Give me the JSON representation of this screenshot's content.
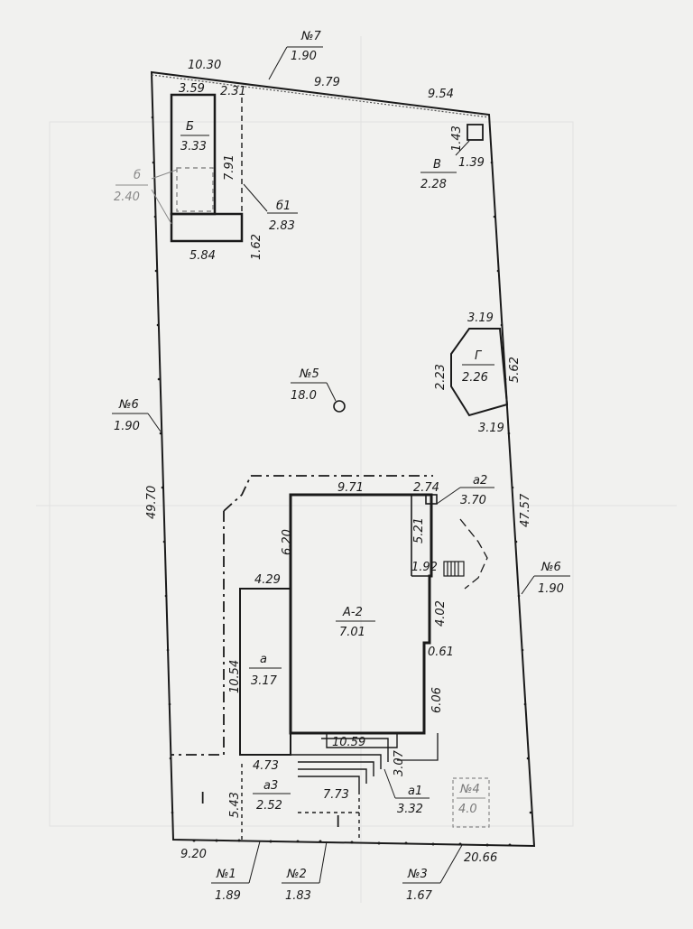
{
  "plot_labels": {
    "no7": "№7",
    "no7_val": "1.90",
    "no6_left": "№6",
    "no6_left_val": "1.90",
    "no6_right": "№6",
    "no6_right_val": "1.90",
    "no5": "№5",
    "no5_val": "18.0",
    "no4": "№4",
    "no4_val": "4.0",
    "no1": "№1",
    "no1_val": "1.89",
    "no2": "№2",
    "no2_val": "1.83",
    "no3": "№3",
    "no3_val": "1.67"
  },
  "boundary_dims": {
    "top_left": "10.30",
    "top_mid": "9.79",
    "top_right": "9.54",
    "left": "49.70",
    "right": "47.57",
    "bottom_left": "9.20",
    "bottom_right": "20.66"
  },
  "buildings": {
    "B_cyr": {
      "letter": "Б",
      "value": "3.33",
      "dim_top_a": "3.59",
      "dim_top_b": "2.31",
      "dim_side": "7.91",
      "dim_bottom": "5.84"
    },
    "b_small": {
      "letter": "б",
      "value": "2.40"
    },
    "b1": {
      "letter": "б1",
      "value": "2.83",
      "dim": "1.62"
    },
    "V": {
      "letter": "В",
      "value": "2.28",
      "dim_a": "1.43",
      "dim_b": "1.39"
    },
    "G": {
      "letter": "Г",
      "value": "2.26",
      "dim_top": "3.19",
      "dim_bottom": "3.19",
      "dim_left": "2.23",
      "dim_right": "5.62"
    },
    "A2": {
      "letter": "А-2",
      "value": "7.01",
      "dim_top": "9.71",
      "dim_left": "6.20",
      "dim_r1": "5.21",
      "dim_step": "1.92",
      "dim_r2": "4.02",
      "dim_r3": "0.61",
      "dim_r4": "6.06"
    },
    "a2": {
      "letter": "а2",
      "value": "3.70",
      "dim": "2.74"
    },
    "a": {
      "letter": "а",
      "value": "3.17",
      "dim_top": "4.29",
      "dim_left": "10.54"
    },
    "a1": {
      "letter": "а1",
      "value": "3.32",
      "dim_a": "10.59",
      "dim_b": "3.07"
    },
    "a3": {
      "letter": "а3",
      "value": "2.52",
      "dim_a": "4.73",
      "dim_b": "7.73",
      "dim_side": "5.43"
    }
  },
  "section_marks": {
    "left": "I",
    "right": "I"
  }
}
